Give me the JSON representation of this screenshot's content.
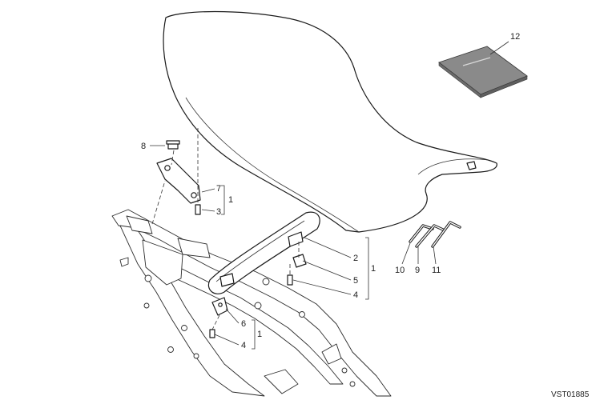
{
  "diagram": {
    "drawing_code": "VST01885",
    "callouts": [
      {
        "id": "c12",
        "label": "12"
      },
      {
        "id": "c8",
        "label": "8"
      },
      {
        "id": "c7",
        "label": "7"
      },
      {
        "id": "c3",
        "label": "3"
      },
      {
        "id": "c2",
        "label": "2"
      },
      {
        "id": "c5",
        "label": "5"
      },
      {
        "id": "c4a",
        "label": "4"
      },
      {
        "id": "c6",
        "label": "6"
      },
      {
        "id": "c4b",
        "label": "4"
      },
      {
        "id": "c10",
        "label": "10"
      },
      {
        "id": "c9",
        "label": "9"
      },
      {
        "id": "c11",
        "label": "11"
      }
    ],
    "groups": [
      {
        "id": "g_front",
        "label": "1"
      },
      {
        "id": "g_rear",
        "label": "1"
      },
      {
        "id": "g_lower",
        "label": "1"
      }
    ],
    "parts": {
      "seat": "seat",
      "manual": "owner-manual",
      "frame": "rear-subframe",
      "grab_handle": "grab-handle",
      "front_bracket": "front-bracket",
      "hex_keys": "hex-keys"
    }
  }
}
